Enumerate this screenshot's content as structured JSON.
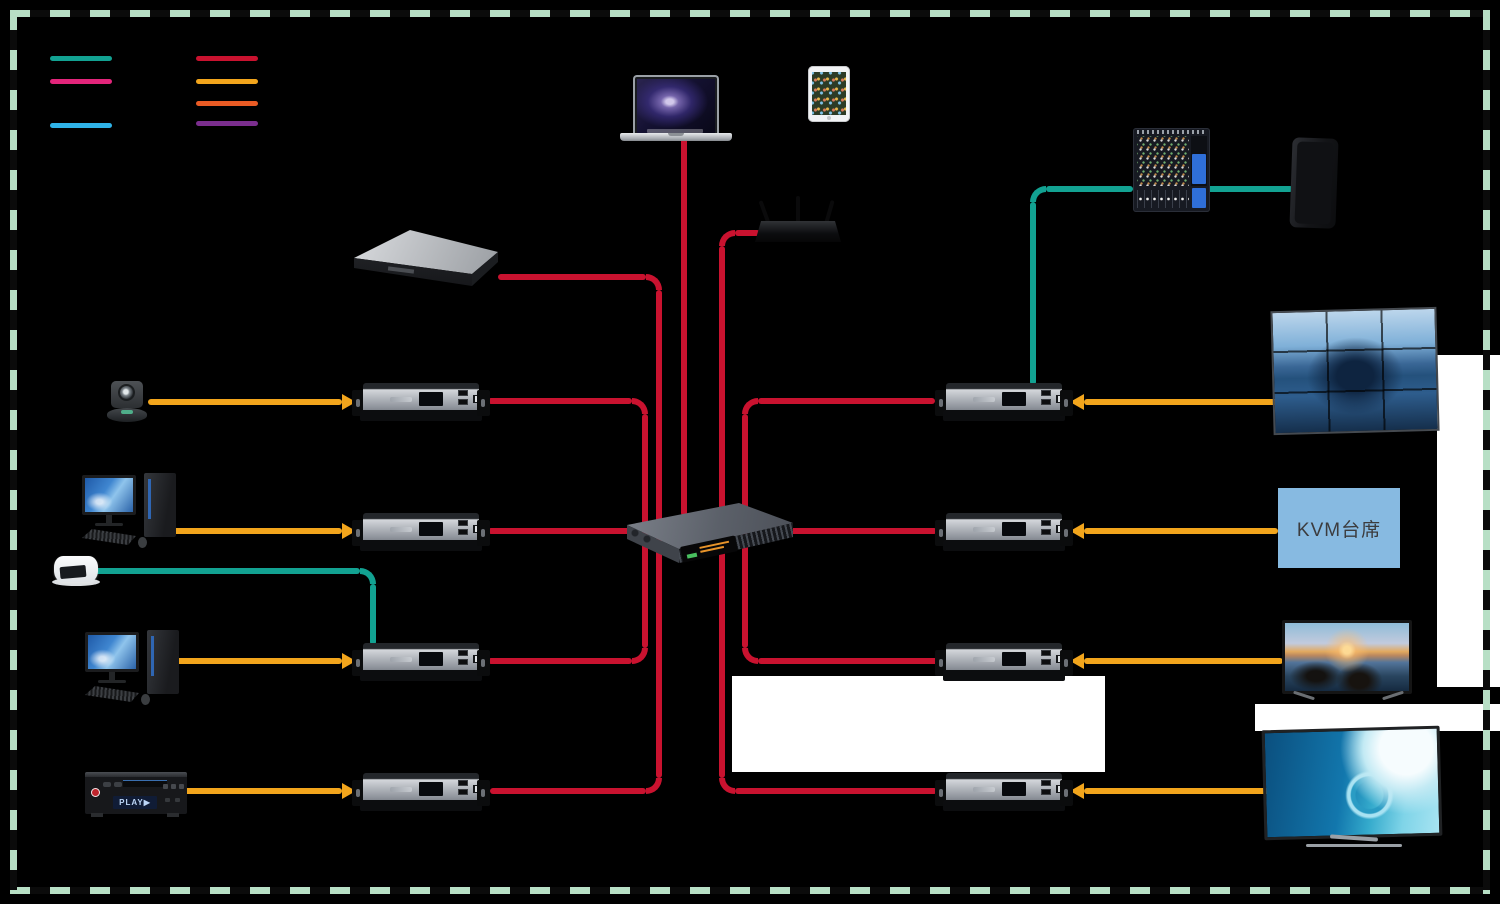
{
  "colors": {
    "red": "#C9122F",
    "amber": "#F2A51C",
    "teal": "#12A292",
    "magenta": "#E3257B",
    "lightblue": "#2FB3E8",
    "orange2": "#EA5B24",
    "purple": "#7B2E8E",
    "border": "#B7DFC5"
  },
  "legend": {
    "items": [
      {
        "id": "teal-line",
        "color": "#12A292"
      },
      {
        "id": "magenta-line",
        "color": "#E3257B"
      },
      {
        "id": "lightblue-line",
        "color": "#2FB3E8"
      },
      {
        "id": "red-line",
        "color": "#C9122F"
      },
      {
        "id": "amber-line",
        "color": "#F2A51C"
      },
      {
        "id": "orange-line",
        "color": "#EA5B24"
      },
      {
        "id": "purple-line",
        "color": "#7B2E8E"
      }
    ]
  },
  "kvm_console": {
    "label": "KVM台席",
    "bg": "#87BAE1"
  },
  "dvd_player": {
    "display_text": "PLAY",
    "play_glyph": "▶"
  },
  "devices": [
    {
      "id": "laptop",
      "kind": "laptop"
    },
    {
      "id": "tablet",
      "kind": "tablet"
    },
    {
      "id": "wifi-router",
      "kind": "router"
    },
    {
      "id": "rack-server",
      "kind": "1u-server"
    },
    {
      "id": "audio-mixer",
      "kind": "mixer"
    },
    {
      "id": "speaker",
      "kind": "speaker"
    },
    {
      "id": "video-wall",
      "kind": "3x3-video-wall"
    },
    {
      "id": "kvm-console",
      "kind": "labeled-box"
    },
    {
      "id": "tv-sunset",
      "kind": "tv"
    },
    {
      "id": "tv-wave",
      "kind": "tv"
    },
    {
      "id": "ptz-camera",
      "kind": "camera"
    },
    {
      "id": "desktop-pc-1",
      "kind": "pc"
    },
    {
      "id": "wireless-unit",
      "kind": "white-device"
    },
    {
      "id": "desktop-pc-2",
      "kind": "pc"
    },
    {
      "id": "dvd-player",
      "kind": "media-player"
    },
    {
      "id": "network-switch",
      "kind": "24-port-switch"
    },
    {
      "id": "codec-l1",
      "kind": "codec-box"
    },
    {
      "id": "codec-l2",
      "kind": "codec-box"
    },
    {
      "id": "codec-l3",
      "kind": "codec-box"
    },
    {
      "id": "codec-l4",
      "kind": "codec-box"
    },
    {
      "id": "codec-r1",
      "kind": "codec-box"
    },
    {
      "id": "codec-r2",
      "kind": "codec-box"
    },
    {
      "id": "codec-r3",
      "kind": "codec-box"
    },
    {
      "id": "codec-r4",
      "kind": "codec-box"
    }
  ]
}
